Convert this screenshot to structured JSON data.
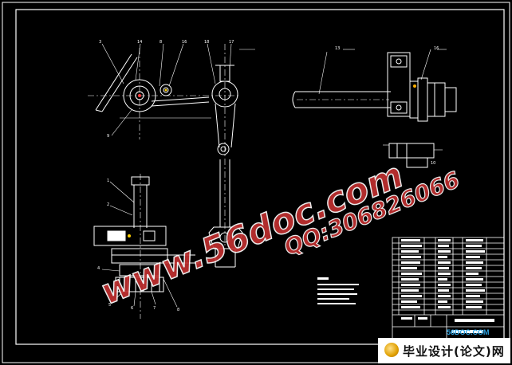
{
  "drawing": {
    "background": "#000000",
    "line_color": "#ffffff",
    "accent_color": "#ff3b3b",
    "detail_color": "#f0f0f0",
    "title_block_label": "",
    "title_block_caption": ""
  },
  "watermark": {
    "site": "www.56doc.com",
    "qq": "QQ:306826066",
    "color": "#c03030"
  },
  "logo": {
    "site": "56DOC.COM",
    "label": "毕业设计(论文)网"
  },
  "labels": {
    "part_numbers": [
      "3",
      "14",
      "8",
      "16",
      "18",
      "17",
      "13",
      "16",
      "1",
      "2",
      "4",
      "5",
      "6",
      "7",
      "8",
      "9",
      "10"
    ]
  }
}
